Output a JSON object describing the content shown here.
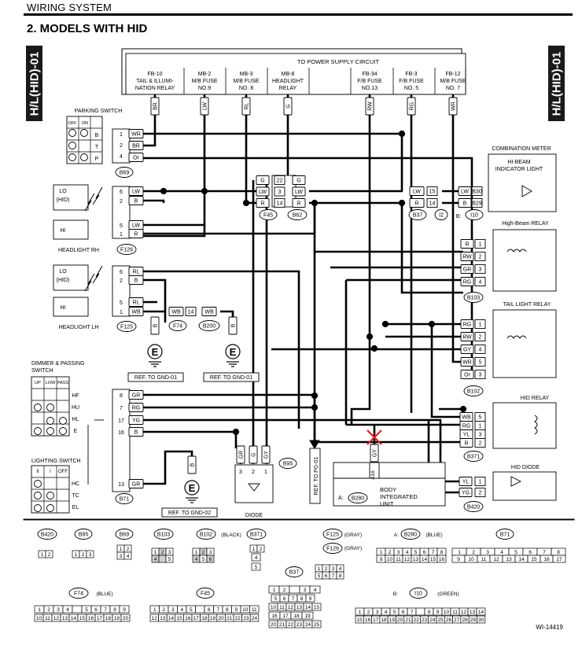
{
  "header": {
    "section": "WIRING SYSTEM",
    "title": "2.  MODELS WITH HID",
    "side_tag": "H/L(HID)-01",
    "figure_id": "WI-14419"
  },
  "power": {
    "banner": "TO POWER SUPPLY CIRCUIT",
    "fuses": [
      {
        "id": "FB-10",
        "desc": [
          "TAIL & ILLUMI-",
          "NATION RELAY"
        ],
        "wire": "BR"
      },
      {
        "id": "MB-2",
        "desc": [
          "M/B FUSE",
          "NO.9"
        ],
        "wire": "LW"
      },
      {
        "id": "MB-3",
        "desc": [
          "M/B FUSE",
          "NO. 8"
        ],
        "wire": "RL"
      },
      {
        "id": "MB-8",
        "desc": [
          "HEADLIGHT",
          "RELAY"
        ],
        "wire": "G"
      },
      {
        "id": "FB-34",
        "desc": [
          "F/B FUSE",
          "NO.13"
        ],
        "wire": "RW"
      },
      {
        "id": "FB-3",
        "desc": [
          "F/B FUSE",
          "NO. 5"
        ],
        "wire": "RG"
      },
      {
        "id": "FB-12",
        "desc": [
          "M/B FUSE",
          "NO. 7"
        ],
        "wire": "WR"
      }
    ]
  },
  "components": {
    "parking_switch": {
      "name": "PARKING SWITCH",
      "cols": [
        "OFF",
        "ON"
      ],
      "rows": [
        "B",
        "T",
        "P"
      ],
      "pins": [
        {
          "n": "1",
          "w": "WR"
        },
        {
          "n": "2",
          "w": "BR"
        },
        {
          "n": "4",
          "w": "Or"
        }
      ],
      "conn": "B69"
    },
    "headlight_rh": {
      "name": "HEADLIGHT RH",
      "lo": [
        "LO",
        "(HID)"
      ],
      "hi": "HI",
      "pins": [
        {
          "n": "6",
          "w": "LW"
        },
        {
          "n": "2",
          "w": "B"
        },
        {
          "n": "5",
          "w": "LW"
        },
        {
          "n": "1",
          "w": "R"
        }
      ],
      "conn": "F126"
    },
    "headlight_lh": {
      "name": "HEADLIGHT LH",
      "lo": [
        "LO",
        "(HID)"
      ],
      "hi": "HI",
      "pins": [
        {
          "n": "6",
          "w": "RL"
        },
        {
          "n": "2",
          "w": "B"
        },
        {
          "n": "5",
          "w": "RL"
        },
        {
          "n": "1",
          "w": "WB"
        }
      ],
      "conn": "F125"
    },
    "joint_f45": {
      "conn": "F45",
      "conn2": "B62",
      "pins": [
        {
          "w1": "G",
          "n": "22",
          "w2": "G"
        },
        {
          "w1": "LW",
          "n": "3",
          "w2": "LW"
        },
        {
          "w1": "R",
          "n": "14",
          "w2": "R"
        }
      ]
    },
    "joint_b37": {
      "conn": "B37",
      "conn2": "I2",
      "pins": [
        {
          "w1": "LW",
          "n": "15",
          "w2": ""
        },
        {
          "w1": "R",
          "n": "14",
          "w2": ""
        }
      ]
    },
    "combination_meter": {
      "name": "COMBINATION METER",
      "inner": [
        "HI-BEAM",
        "INDICATOR LIGHT"
      ],
      "pins": [
        {
          "w": "LW",
          "n": "B30"
        },
        {
          "w": "B",
          "n": "B29"
        }
      ],
      "conn_prefix": "B:",
      "conn": "I10"
    },
    "hi_beam_relay": {
      "name": "High-Beam RELAY",
      "pins": [
        {
          "w": "R",
          "n": "1"
        },
        {
          "w": "RW",
          "n": "2"
        },
        {
          "w": "GR",
          "n": "3"
        },
        {
          "w": "RG",
          "n": "4"
        }
      ],
      "conn": "B103"
    },
    "tail_relay": {
      "name": "TAIL LIGHT RELAY",
      "pins": [
        {
          "w": "RG",
          "n": "1"
        },
        {
          "w": "RW",
          "n": "2"
        },
        {
          "w": "GY",
          "n": "4"
        },
        {
          "w": "WR",
          "n": "5"
        },
        {
          "w": "Or",
          "n": "3"
        }
      ],
      "conn": "B102"
    },
    "hid_relay": {
      "name": "HID RELAY",
      "pins": [
        {
          "w": "WB",
          "n": "5"
        },
        {
          "w": "RG",
          "n": "1"
        },
        {
          "w": "YL",
          "n": "3"
        },
        {
          "w": "R",
          "n": "2"
        }
      ],
      "conn": "B371"
    },
    "hid_diode": {
      "name": "HID DIODE",
      "pins": [
        {
          "w": "YL",
          "n": "1"
        },
        {
          "w": "YG",
          "n": "2"
        }
      ],
      "conn": "B420"
    },
    "dimmer": {
      "name": [
        "DIMMER & PASSING",
        "SWITCH"
      ],
      "cols": [
        "UP",
        "LOW",
        "PASS"
      ],
      "rows": [
        "HF",
        "HU",
        "HL",
        "E"
      ],
      "pins": [
        {
          "n": "8",
          "w": "GR"
        },
        {
          "n": "7",
          "w": "RG"
        },
        {
          "n": "17",
          "w": "YG"
        },
        {
          "n": "16",
          "w": "B"
        },
        {
          "n": "13",
          "w": "GR"
        }
      ],
      "conn": "B71"
    },
    "lighting_switch": {
      "name": "LIGHTING SWITCH",
      "cols": [
        "II",
        "I",
        "OFF"
      ],
      "rows": [
        "HC",
        "TC",
        "EL"
      ]
    },
    "diode": {
      "name": "DIODE",
      "pins": [
        {
          "n": "3",
          "w": "GR"
        },
        {
          "n": "2",
          "w": "G"
        },
        {
          "n": "1",
          "w": "GY"
        }
      ],
      "conn": "B95"
    },
    "biu": {
      "name": [
        "BODY",
        "INTEGRATED",
        "UNIT"
      ],
      "pin": "A16",
      "wire": "GY",
      "conn_prefix": "A:",
      "conn": "B280"
    },
    "splice": {
      "wire": "WB",
      "n": "14",
      "conn": "F74",
      "conn2": "B200",
      "wire2": "WB"
    },
    "grounds": [
      {
        "label": "REF. TO GND-01",
        "w": "B"
      },
      {
        "label": "REF. TO GND-01",
        "w": "B"
      },
      {
        "label": "REF. TO GND-02",
        "w": "B"
      }
    ],
    "ref_pgout": "REF. TO PG-01"
  },
  "connectors": {
    "row1": [
      {
        "id": "B420",
        "pins": [
          "1",
          "2"
        ]
      },
      {
        "id": "B95",
        "pins": [
          "1",
          "2",
          "3"
        ]
      },
      {
        "id": "B69",
        "pins": [
          "1",
          "2",
          "3",
          "4"
        ]
      },
      {
        "id": "B103",
        "pins": [
          "1",
          "2",
          "3",
          "4"
        ]
      },
      {
        "id": "B102",
        "note": "(BLACK)",
        "pins": [
          "1",
          "2",
          "3",
          "4",
          "5"
        ]
      },
      {
        "id": "B371",
        "pins": [
          "1",
          "2",
          "3",
          "4",
          "5"
        ]
      },
      {
        "id": "F125",
        "note": "(GRAY)",
        "id2": "F126",
        "note2": "(GRAY)",
        "pins": [
          "1",
          "2",
          "3",
          "4",
          "5",
          "6",
          "7",
          "8"
        ]
      },
      {
        "id": "B280",
        "prefix": "A:",
        "note": "(BLUE)",
        "top": [
          "1",
          "2",
          "3",
          "4",
          "5",
          "6",
          "7",
          "8"
        ],
        "bottom": [
          "9",
          "10",
          "11",
          "12",
          "13",
          "14",
          "15",
          "16"
        ]
      },
      {
        "id": "B71",
        "top": [
          "1",
          "2",
          "3",
          "4",
          "5",
          "6",
          "7",
          "8"
        ],
        "bottom": [
          "9",
          "10",
          "11",
          "12",
          "13",
          "14",
          "15",
          "16",
          "17"
        ]
      }
    ],
    "row2": [
      {
        "id": "F74",
        "note": "(BLUE)"
      },
      {
        "id": "F45"
      },
      {
        "id": "B37"
      },
      {
        "id": "I10",
        "prefix": "B:",
        "note": "(GREEN)"
      }
    ]
  },
  "colors": {
    "ink": "#000000",
    "box_fill": "#ffffff",
    "tag_bg": "#1a1a1a",
    "fault_mark": "#e02020",
    "pin_shade": "#cfcfcf"
  }
}
